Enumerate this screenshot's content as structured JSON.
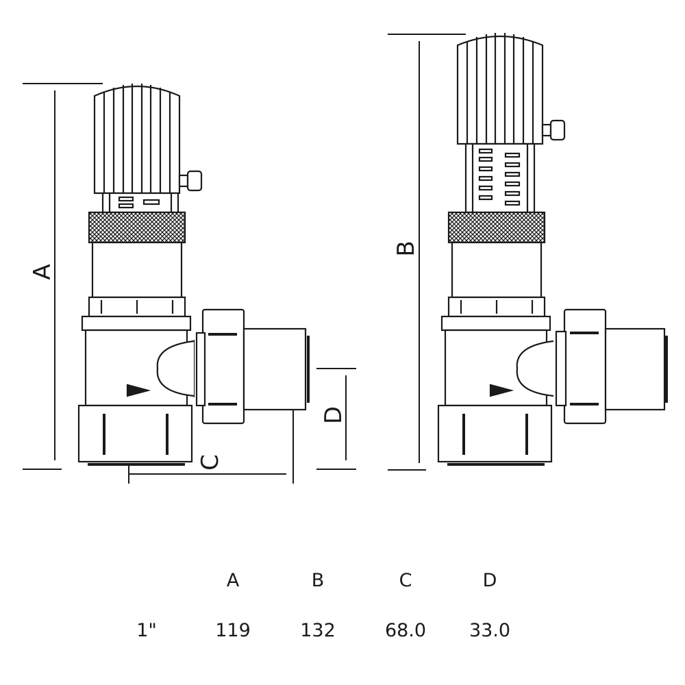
{
  "dimension_labels": {
    "a": "A",
    "b": "B",
    "c": "C",
    "d": "D"
  },
  "table": {
    "headers": [
      "A",
      "B",
      "C",
      "D"
    ],
    "row": {
      "size": "1\"",
      "values": [
        "119",
        "132",
        "68.0",
        "33.0"
      ]
    }
  },
  "colors": {
    "line": "#1a1a1a",
    "background": "#ffffff"
  }
}
